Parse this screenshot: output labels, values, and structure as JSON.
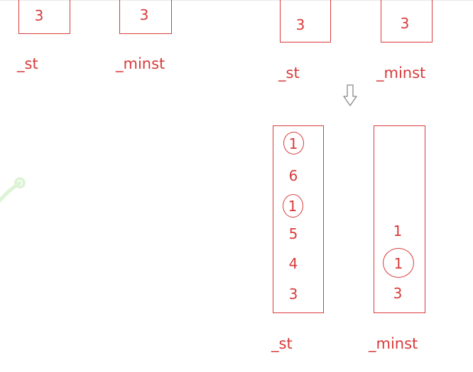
{
  "before": {
    "st": {
      "label": "_st",
      "items": [
        "3"
      ]
    },
    "minst": {
      "label": "_minst",
      "items": [
        "3"
      ]
    }
  },
  "after_top": {
    "st": {
      "label": "_st",
      "items": [
        "3"
      ]
    },
    "minst": {
      "label": "_minst",
      "items": [
        "3"
      ]
    }
  },
  "after_bottom": {
    "st": {
      "label": "_st",
      "items": [
        "1",
        "6",
        "1",
        "5",
        "4",
        "3"
      ],
      "circled_indices": [
        0,
        2
      ]
    },
    "minst": {
      "label": "_minst",
      "items": [
        "1",
        "1",
        "3"
      ],
      "circled_indices": [
        1
      ]
    }
  },
  "colors": {
    "accent": "#d83a3a",
    "watermark": "#7ad35a"
  },
  "icons": {
    "transition": "down-arrow-icon"
  }
}
